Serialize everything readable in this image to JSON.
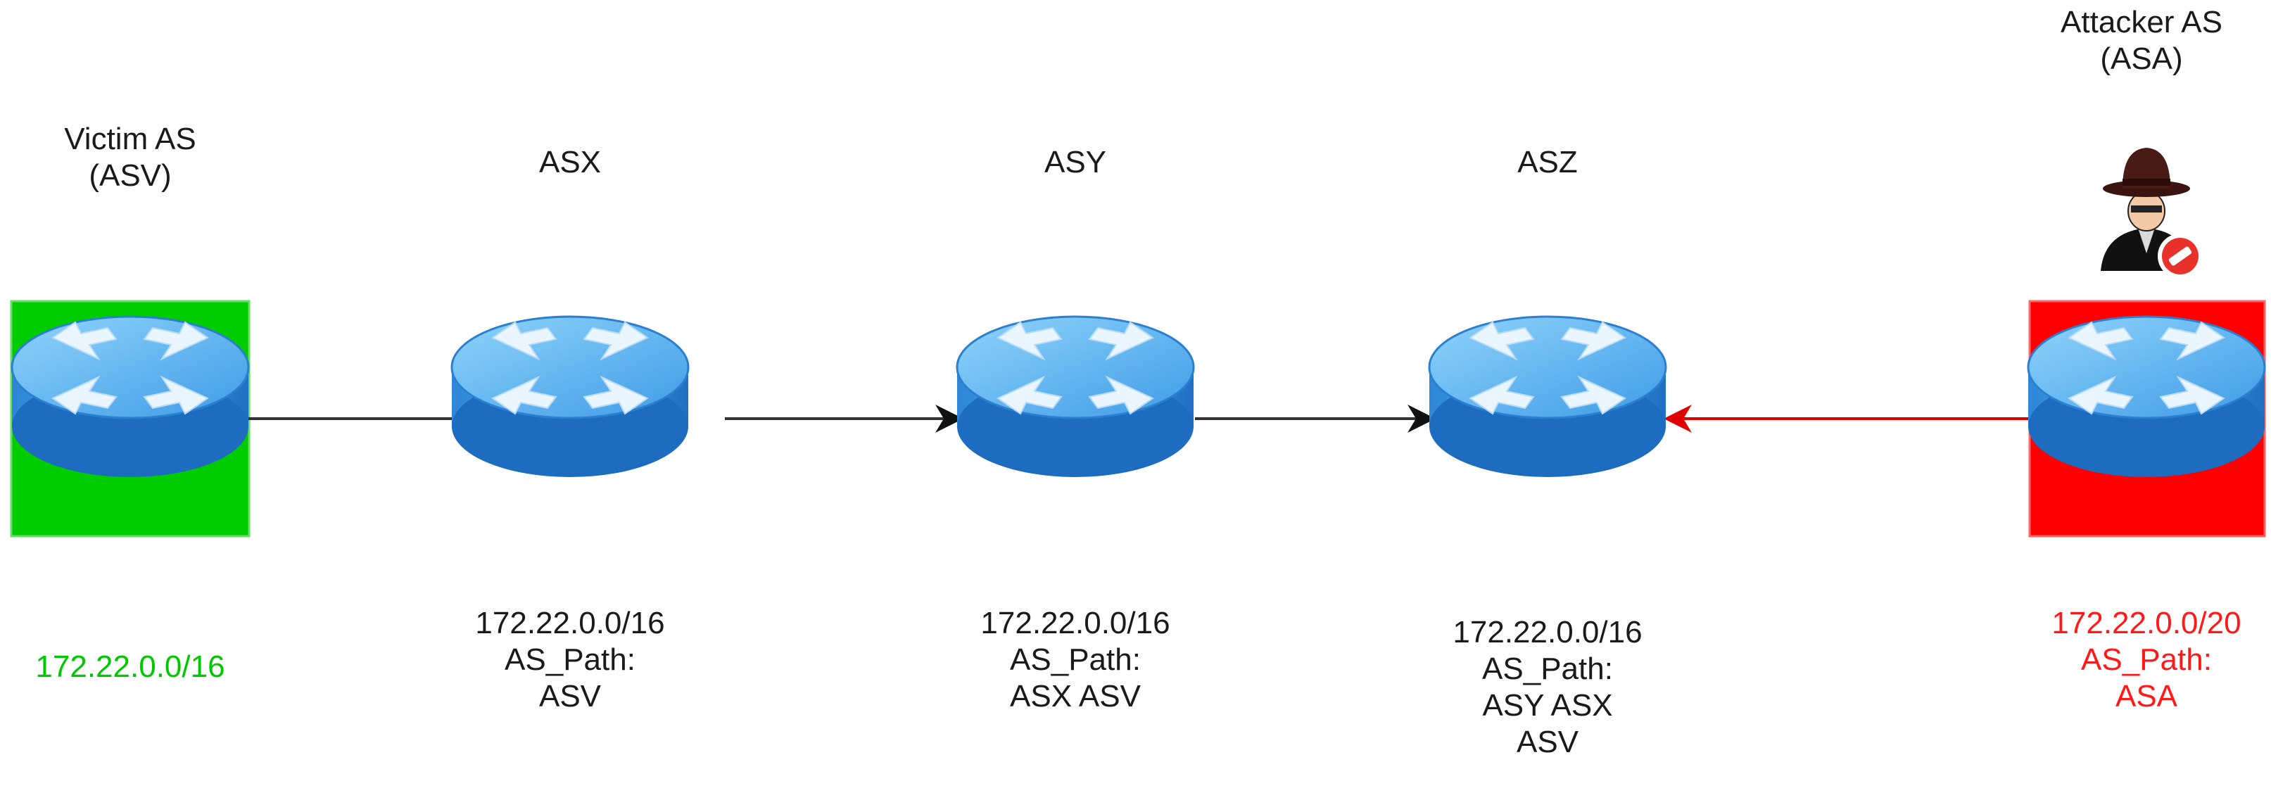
{
  "nodes": [
    {
      "id": "asv",
      "name_lines": [
        "Victim AS",
        "(ASV)"
      ],
      "info_lines": [
        "172.22.0.0/16"
      ],
      "info_color": "#00c800",
      "box_color": "#00cc00"
    },
    {
      "id": "asx",
      "name_lines": [
        "ASX"
      ],
      "info_lines": [
        "172.22.0.0/16",
        "AS_Path:",
        "ASV"
      ],
      "info_color": "#1a1a1a"
    },
    {
      "id": "asy",
      "name_lines": [
        "ASY"
      ],
      "info_lines": [
        "172.22.0.0/16",
        "AS_Path:",
        "ASX ASV"
      ],
      "info_color": "#1a1a1a"
    },
    {
      "id": "asz",
      "name_lines": [
        "ASZ"
      ],
      "info_lines": [
        "172.22.0.0/16",
        "AS_Path:",
        "ASY ASX",
        "ASV"
      ],
      "info_color": "#1a1a1a"
    },
    {
      "id": "asa",
      "name_lines": [
        "Attacker AS",
        "(ASA)"
      ],
      "info_lines": [
        "172.22.0.0/20",
        "AS_Path:",
        "ASA"
      ],
      "info_color": "#ff1a1a",
      "box_color": "#ff0000"
    }
  ],
  "edges": [
    {
      "from": "asv",
      "to": "asx",
      "color": "#333333"
    },
    {
      "from": "asx",
      "to": "asy",
      "color": "#333333"
    },
    {
      "from": "asy",
      "to": "asz",
      "color": "#333333"
    },
    {
      "from": "asa",
      "to": "asz",
      "color": "#e00000"
    }
  ],
  "icons": {
    "router": "router-icon",
    "attacker": "hacker-icon",
    "blocked": "no-entry-icon"
  }
}
